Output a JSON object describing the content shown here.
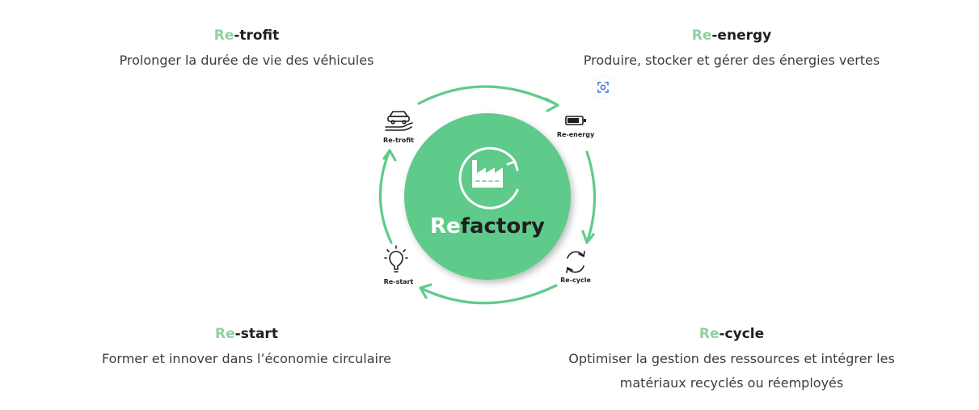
{
  "sections": {
    "retrofit": {
      "prefix": "Re",
      "suffix": "-trofit",
      "description": "Prolonger la durée de vie des véhicules"
    },
    "reenergy": {
      "prefix": "Re",
      "suffix": "-energy",
      "description": "Produire, stocker et gérer des énergies vertes"
    },
    "restart": {
      "prefix": "Re",
      "suffix": "-start",
      "description": "Former et innover dans l’économie circulaire"
    },
    "recycle": {
      "prefix": "Re",
      "suffix": "-cycle",
      "description_line1": "Optimiser la gestion des ressources et intégrer les",
      "description_line2": "matériaux recyclés ou réemployés"
    }
  },
  "diagram": {
    "center_brand_prefix": "Re",
    "center_brand_suffix": "factory",
    "nodes": {
      "retrofit": {
        "label": "Re-trofit",
        "icon": "car-in-hand-icon"
      },
      "reenergy": {
        "label": "Re-energy",
        "icon": "battery-icon"
      },
      "recycle": {
        "label": "Re-cycle",
        "icon": "recycle-arrows-icon"
      },
      "restart": {
        "label": "Re-start",
        "icon": "lightbulb-icon"
      }
    }
  },
  "colors": {
    "accent_green": "#5fcb8a",
    "prefix_green": "#8fd19e",
    "text_dark": "#1f1f1f"
  }
}
